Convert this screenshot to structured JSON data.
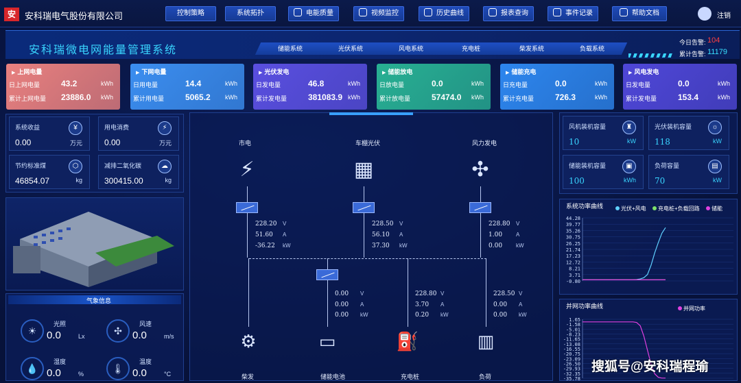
{
  "header": {
    "logo_glyph": "安",
    "company": "安科瑞电气股份有限公司",
    "nav": [
      "控制策略",
      "系统拓扑",
      "电能质量",
      "视频监控",
      "历史曲线",
      "报表查询",
      "事件记录",
      "帮助文档"
    ],
    "logout": "注销"
  },
  "banner": {
    "title": "安科瑞微电网能量管理系统",
    "tabs": [
      "储能系统",
      "光伏系统",
      "风电系统",
      "充电桩",
      "柴发系统",
      "负载系统"
    ],
    "alarm_today_label": "今日告警:",
    "alarm_today": "104",
    "alarm_total_label": "累计告警:",
    "alarm_total": "11179"
  },
  "cards": [
    {
      "title": "上网电量",
      "r1l": "日上网电量",
      "r1v": "43.2",
      "r2l": "累计上网电量",
      "r2v": "23886.0",
      "unit": "kWh",
      "color": "#e9807f"
    },
    {
      "title": "下网电量",
      "r1l": "日用电量",
      "r1v": "14.4",
      "r2l": "累计用电量",
      "r2v": "5065.2",
      "unit": "kWh",
      "color": "#3b8ef0"
    },
    {
      "title": "光伏发电",
      "r1l": "日发电量",
      "r1v": "46.8",
      "r2l": "累计发电量",
      "r2v": "381083.9",
      "unit": "kWh",
      "color": "#5a4fe0"
    },
    {
      "title": "储能放电",
      "r1l": "日放电量",
      "r1v": "0.0",
      "r2l": "累计放电量",
      "r2v": "57474.0",
      "unit": "kWh",
      "color": "#28b093"
    },
    {
      "title": "储能充电",
      "r1l": "日充电量",
      "r1v": "0.0",
      "r2l": "累计充电量",
      "r2v": "726.3",
      "unit": "kWh",
      "color": "#2d86ee"
    },
    {
      "title": "风电发电",
      "r1l": "日发电量",
      "r1v": "0.0",
      "r2l": "累计发电量",
      "r2v": "153.4",
      "unit": "kWh",
      "color": "#4f47d8"
    }
  ],
  "left_stats": [
    {
      "label": "系统收益",
      "value": "0.00",
      "unit": "万元",
      "icon": "money-icon",
      "glyph": "¥"
    },
    {
      "label": "用电消费",
      "value": "0.00",
      "unit": "万元",
      "icon": "consumption-icon",
      "glyph": "⚡"
    },
    {
      "label": "节约标准煤",
      "value": "46854.07",
      "unit": "kg",
      "icon": "coal-icon",
      "glyph": "⬡"
    },
    {
      "label": "减排二氧化碳",
      "value": "300415.00",
      "unit": "kg",
      "icon": "co2-icon",
      "glyph": "☁"
    }
  ],
  "weather": {
    "title": "气象信息",
    "items": [
      {
        "label": "光照",
        "value": "0.0",
        "unit": "Lx",
        "glyph": "☀",
        "icon": "sun-icon"
      },
      {
        "label": "风速",
        "value": "0.0",
        "unit": "m/s",
        "glyph": "✣",
        "icon": "fan-icon"
      },
      {
        "label": "湿度",
        "value": "0.0",
        "unit": "%",
        "glyph": "💧",
        "icon": "humidity-icon"
      },
      {
        "label": "温度",
        "value": "0.0",
        "unit": "°C",
        "glyph": "🌡",
        "icon": "temperature-icon"
      }
    ]
  },
  "topology": {
    "sources": [
      {
        "name": "市电",
        "v": "228.20",
        "a": "51.60",
        "kw": "-36.22"
      },
      {
        "name": "车棚光伏",
        "v": "228.50",
        "a": "56.10",
        "kw": "37.30"
      },
      {
        "name": "风力发电",
        "v": "228.80",
        "a": "1.00",
        "kw": "0.00"
      }
    ],
    "loads": [
      {
        "name": "柴发",
        "v": "",
        "a": "",
        "kw": ""
      },
      {
        "name": "储能电池",
        "v": "0.00",
        "a": "0.00",
        "kw": "0.00"
      },
      {
        "name": "充电桩",
        "v": "228.80",
        "a": "3.70",
        "kw": "0.20"
      },
      {
        "name": "负荷",
        "v": "228.50",
        "a": "0.00",
        "kw": "0.00"
      }
    ],
    "units": {
      "v": "V",
      "a": "A",
      "kw": "kW"
    }
  },
  "right_stats": [
    {
      "label": "风机装机容量",
      "value": "10",
      "unit": "kW",
      "icon": "wind-turbine-icon",
      "glyph": "♜"
    },
    {
      "label": "光伏装机容量",
      "value": "118",
      "unit": "kW",
      "icon": "pv-icon",
      "glyph": "☼"
    },
    {
      "label": "储能装机容量",
      "value": "100",
      "unit": "kWh",
      "icon": "storage-icon",
      "glyph": "▣"
    },
    {
      "label": "负荷容量",
      "value": "70",
      "unit": "kW",
      "icon": "load-icon",
      "glyph": "▤"
    }
  ],
  "chart_data": [
    {
      "type": "line",
      "title": "系统功率曲线",
      "yticks": [
        "44.28",
        "39.77",
        "35.26",
        "30.75",
        "26.25",
        "21.74",
        "17.23",
        "12.72",
        "8.21",
        "3.71",
        "-0.80"
      ],
      "ylim": [
        -0.8,
        44.28
      ],
      "series": [
        {
          "name": "光伏+风电",
          "color": "#5fd0ff",
          "values": [
            0,
            0,
            0,
            0,
            0,
            0,
            0,
            0,
            0,
            0,
            0,
            0,
            0,
            0,
            0,
            0.2,
            0.6,
            1.5,
            3.8,
            10.5,
            19.2,
            26.7,
            33.3,
            37.3
          ]
        },
        {
          "name": "充电桩+负载回路",
          "color": "#7ee06a",
          "values": [
            0,
            0,
            0,
            0,
            0,
            0,
            0,
            0,
            0,
            0,
            0,
            0,
            0,
            0,
            0,
            0,
            0,
            0,
            0,
            0,
            0,
            0,
            0,
            0
          ]
        },
        {
          "name": "储能",
          "color": "#e040e0",
          "values": [
            0,
            0,
            0,
            0,
            0,
            0,
            0,
            0,
            0,
            0,
            0,
            0,
            0,
            0,
            0,
            0,
            0,
            0,
            0,
            0,
            0,
            0,
            0,
            0
          ]
        }
      ]
    },
    {
      "type": "line",
      "title": "并网功率曲线",
      "yticks": [
        "1.65",
        "-1.58",
        "-5.01",
        "-8.23",
        "-11.65",
        "-13.08",
        "-16.55",
        "-20.75",
        "-23.09",
        "-26.50",
        "-29.93",
        "-32.35",
        "-35.78"
      ],
      "ylim": [
        -35.78,
        1.65
      ],
      "series": [
        {
          "name": "并网功率",
          "color": "#e040e0",
          "values": [
            0,
            0,
            0,
            0,
            0,
            0,
            0,
            0,
            0,
            0,
            0,
            0,
            0,
            0,
            0,
            -0.4,
            -2.5,
            -9,
            -18,
            -27,
            -33,
            -35.2,
            -35.7,
            -35.7
          ]
        }
      ]
    }
  ],
  "watermark": "搜狐号@安科瑞程瑜"
}
